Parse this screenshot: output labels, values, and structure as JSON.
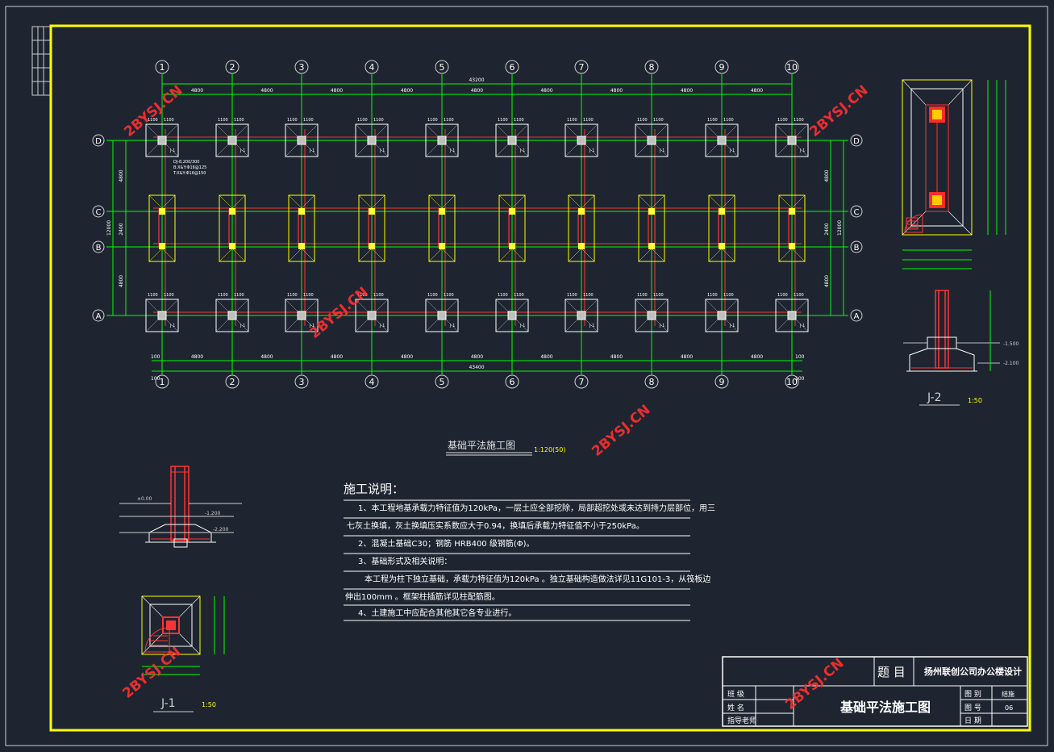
{
  "plan": {
    "axis_numbers": [
      "1",
      "2",
      "3",
      "4",
      "5",
      "6",
      "7",
      "8",
      "9",
      "10"
    ],
    "axis_letters": [
      "D",
      "C",
      "B",
      "A"
    ],
    "spans": [
      "4800",
      "4800",
      "4800",
      "4800",
      "4800",
      "4800",
      "4800",
      "4800",
      "4800"
    ],
    "total_top": "43200",
    "total_bottom": "43400",
    "edge_dim": "100",
    "bay_left": [
      "4800",
      "2400",
      "4800"
    ],
    "total_left": "12000",
    "bay_right": [
      "4800",
      "2400",
      "4800"
    ],
    "total_right": "12000",
    "footing_dims": [
      "1100",
      "1100"
    ],
    "footing_tag": "J-1",
    "callout_lines": [
      "DJ-8,200/300",
      "B:X&Y:Φ16@125",
      "T:X&Y:Φ16@150"
    ],
    "title": "基础平法施工图",
    "scale": "1:120(50)"
  },
  "watermark": "2BYSJ.CN",
  "section_j2": {
    "label": "J-2",
    "scale": "1:50",
    "elev1": "-1.500",
    "elev2": "-2.100"
  },
  "section_j1": {
    "label": "J-1",
    "scale": "1:50",
    "elev0": "±0.00",
    "elev1": "-1.200",
    "elev2": "-2.200"
  },
  "notes": {
    "heading": "施工说明：",
    "lines": [
      "1、本工程地基承载力特征值为120kPa，一层土应全部挖除，局部超挖处或未达到持力层部位，用三",
      "七灰土换填，灰土换填压实系数应大于0.94，换填后承载力特征值不小于250kPa。",
      "2、混凝土基础C30；钢筋 HRB400 级钢筋(Φ)。",
      "3、基础形式及相关说明：",
      "本工程为柱下独立基础，承载力特征值为120kPa 。独立基础构造做法详见11G101-3，从筏板边",
      "伸出100mm 。框架柱插筋详见柱配筋图。",
      "4、土建施工中应配合其他其它各专业进行。"
    ]
  },
  "title_block": {
    "topic_label": "题  目",
    "project": "扬州联创公司办公楼设计",
    "drawing_name": "基础平法施工图",
    "left_labels": [
      "班  级",
      "姓  名",
      "指导老师"
    ],
    "right_labels": [
      "图  别",
      "图  号",
      "日  期"
    ],
    "right_values": [
      "结施",
      "06",
      ""
    ]
  },
  "colors": {
    "background": "#1e2531",
    "frame": "#ffff00",
    "axis": "#00ff00",
    "footing": "#ffffff",
    "rebar": "#ff0000",
    "watermark": "#ff3030",
    "text": "#ffffff"
  }
}
